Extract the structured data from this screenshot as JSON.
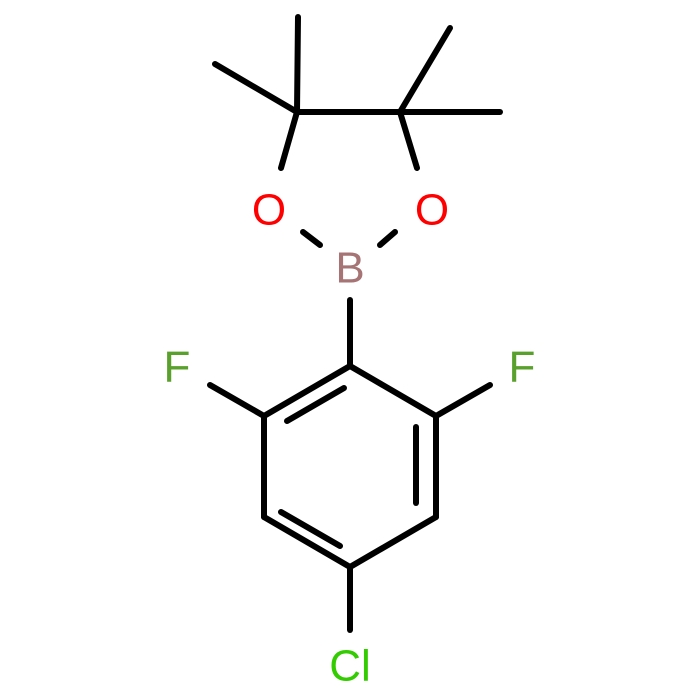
{
  "molecule": {
    "atoms": {
      "o1": {
        "symbol": "O",
        "color": "#ff0000"
      },
      "o2": {
        "symbol": "O",
        "color": "#ff0000"
      },
      "b": {
        "symbol": "B",
        "color": "#a67474"
      },
      "f1": {
        "symbol": "F",
        "color": "#5aa02c"
      },
      "f2": {
        "symbol": "F",
        "color": "#5aa02c"
      },
      "cl": {
        "symbol": "Cl",
        "color": "#33cc00"
      }
    },
    "bond_color": "#000000",
    "background": "#ffffff"
  }
}
